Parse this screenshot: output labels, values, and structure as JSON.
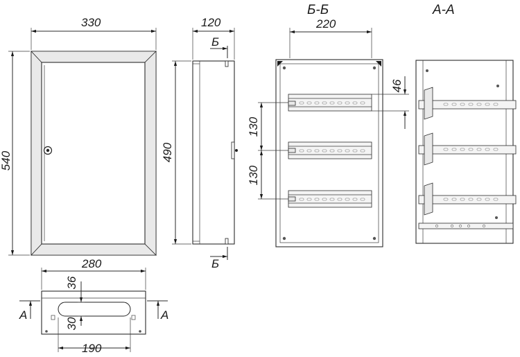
{
  "front": {
    "width": "330",
    "height": "540"
  },
  "side": {
    "depth": "120",
    "height": "490",
    "cut_top": "Б",
    "cut_bottom": "Б"
  },
  "section_bb": {
    "title": "Б-Б",
    "width": "220",
    "rail_offset": "46",
    "pitch_1": "130",
    "pitch_2": "130"
  },
  "section_aa": {
    "title": "А-А"
  },
  "bottom": {
    "width": "280",
    "opening_width": "190",
    "depth_1": "36",
    "depth_2": "30",
    "cut_left": "А",
    "cut_right": "А"
  }
}
